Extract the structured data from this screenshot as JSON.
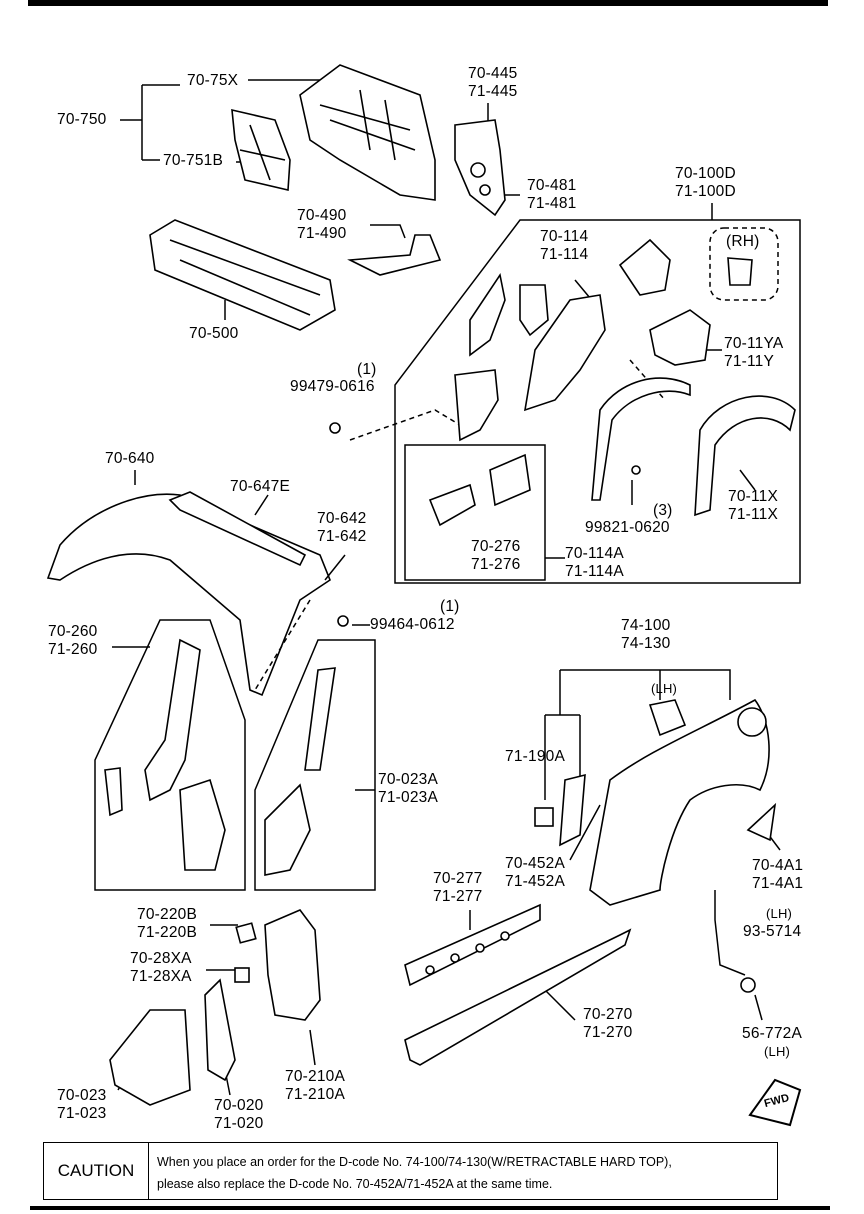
{
  "labels": {
    "p70_750": "70-750",
    "p70_75x": "70-75X",
    "p70_751b": "70-751B",
    "p70_445": "70-445",
    "p71_445": "71-445",
    "p70_481": "70-481",
    "p71_481": "71-481",
    "p70_100d": "70-100D",
    "p71_100d": "71-100D",
    "p70_490": "70-490",
    "p71_490": "71-490",
    "p70_500": "70-500",
    "p70_114": "70-114",
    "p71_114": "71-114",
    "rh": "(RH)",
    "p70_11ya": "70-11YA",
    "p71_11y": "71-11Y",
    "qty1a": "(1)",
    "p99479": "99479-0616",
    "p70_640": "70-640",
    "p70_647e": "70-647E",
    "p70_642": "70-642",
    "p71_642": "71-642",
    "qty3": "(3)",
    "p99821": "99821-0620",
    "p70_11x": "70-11X",
    "p71_11x": "71-11X",
    "p70_276": "70-276",
    "p71_276": "71-276",
    "p70_114a": "70-114A",
    "p71_114a": "71-114A",
    "qty1b": "(1)",
    "p99464": "99464-0612",
    "p70_260": "70-260",
    "p71_260": "71-260",
    "p74_100": "74-100",
    "p74_130": "74-130",
    "lh1": "(LH)",
    "p71_190a": "71-190A",
    "p70_023a": "70-023A",
    "p71_023a": "71-023A",
    "p70_452a": "70-452A",
    "p71_452a": "71-452A",
    "p70_277": "70-277",
    "p71_277": "71-277",
    "p70_4a1": "70-4A1",
    "p71_4a1": "71-4A1",
    "lh2": "(LH)",
    "p93_5714": "93-5714",
    "p70_220b": "70-220B",
    "p71_220b": "71-220B",
    "p70_28xa": "70-28XA",
    "p71_28xa": "71-28XA",
    "p70_270": "70-270",
    "p71_270": "71-270",
    "p56_772a": "56-772A",
    "lh3": "(LH)",
    "p70_210a": "70-210A",
    "p71_210a": "71-210A",
    "p70_023": "70-023",
    "p71_023": "71-023",
    "p70_020": "70-020",
    "p71_020": "71-020"
  },
  "fwd": "FWD",
  "caution": {
    "label": "CAUTION",
    "line1": "When you place an order for the D-code No. 74-100/74-130(W/RETRACTABLE HARD TOP),",
    "line2": "please also replace the D-code No. 70-452A/71-452A at the same time."
  }
}
